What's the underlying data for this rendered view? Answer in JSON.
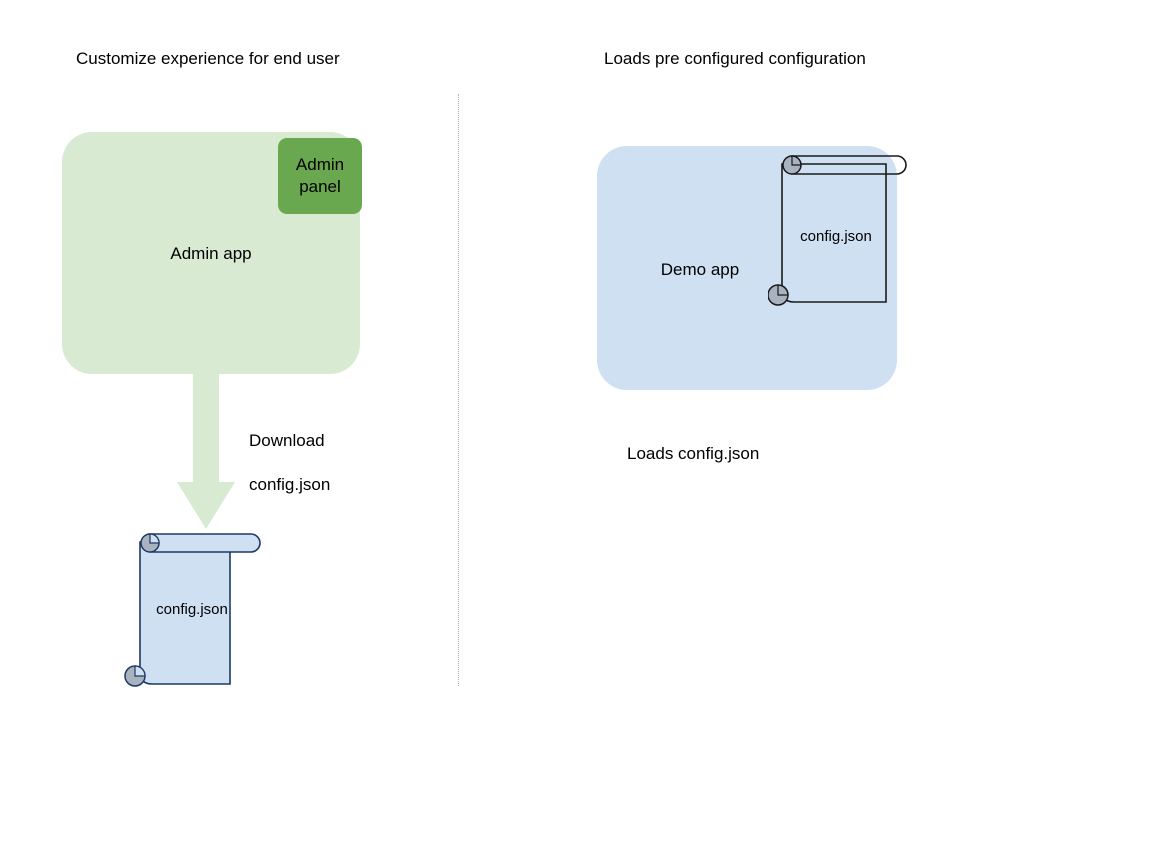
{
  "diagram": {
    "type": "flow-diagram",
    "background_color": "#ffffff",
    "columns": [
      {
        "id": "left",
        "title": "Customize experience for end user",
        "app": {
          "label": "Admin app",
          "fill_color": "#d9ead3",
          "chip": {
            "label": "Admin\npanel",
            "label_line1": "Admin",
            "label_line2": "panel",
            "fill_color": "#6aa84f"
          }
        },
        "arrow": {
          "direction": "down",
          "color": "#d9ead3",
          "caption": "Download\nconfig.json",
          "caption_line1": "Download",
          "caption_line2": "config.json"
        },
        "document": {
          "label": "config.json",
          "fill_color": "#cfe0f3",
          "stroke_color": "#1f3864",
          "roll_color": "#9aa5b1"
        }
      },
      {
        "id": "right",
        "title": "Loads pre configured configuration",
        "app": {
          "label": "Demo app",
          "fill_color": "#cfe0f3"
        },
        "document": {
          "label": "config.json",
          "fill_color": "transparent",
          "stroke_color": "#1a1a1a",
          "roll_color": "#9aa5b1"
        },
        "caption": "Loads config.json"
      }
    ],
    "divider": {
      "style": "dotted",
      "color": "#b0b0b0",
      "orientation": "vertical"
    }
  }
}
